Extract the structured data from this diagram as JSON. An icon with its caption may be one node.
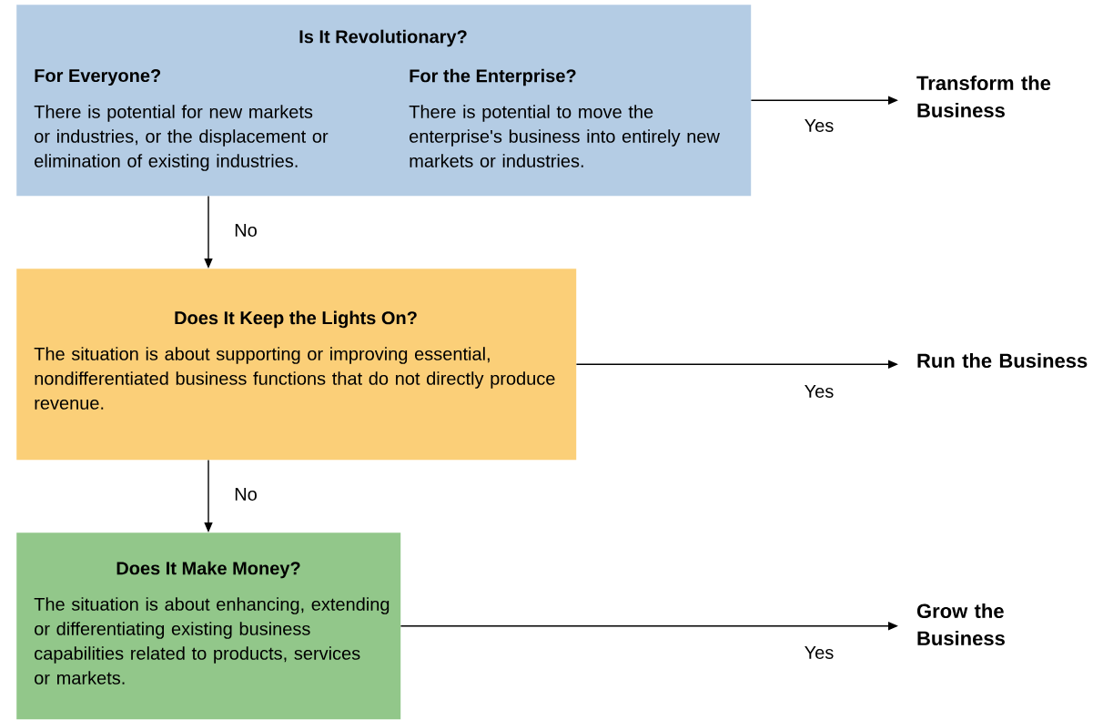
{
  "diagram": {
    "nodes": [
      {
        "text": [
          "Is It Revolutionary?",
          "For Everyone?",
          "There is potential for new markets or industries, or the displacement or elimination of existing industries.",
          "For the Enterprise?",
          "There is potential to move the enterprise's business into entirely new markets or industries."
        ]
      },
      {
        "text": [
          "Transform the Business"
        ]
      },
      {
        "text": [
          "Does It Keep the Lights On?",
          "The situation is about supporting or improving essential, nondifferentiated business functions that do not directly produce revenue."
        ]
      },
      {
        "text": [
          "Run the Business"
        ]
      },
      {
        "text": [
          "Does It Make Money?",
          "The situation is about enhancing, extending or differentiating existing business capabilities related to products, services or markets."
        ]
      },
      {
        "text": [
          "Grow the Business"
        ]
      }
    ],
    "edges": [
      {
        "from": 0,
        "to": 1,
        "arrow": "to",
        "label": "Yes"
      },
      {
        "from": 0,
        "to": 2,
        "arrow": "to",
        "label": "No"
      },
      {
        "from": 2,
        "to": 3,
        "arrow": "to",
        "label": "Yes"
      },
      {
        "from": 2,
        "to": 4,
        "arrow": "to",
        "label": "No"
      },
      {
        "from": 4,
        "to": 5,
        "arrow": "to",
        "label": "Yes"
      }
    ]
  }
}
